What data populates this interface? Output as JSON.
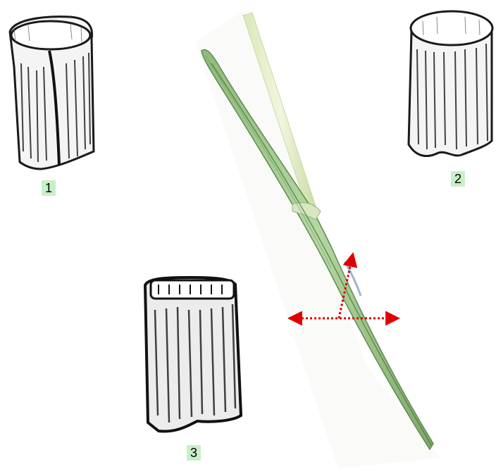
{
  "labels": {
    "one": "1",
    "two": "2",
    "three": "3"
  },
  "colors": {
    "label_bg": "#c8f0c8",
    "arrow": "#e00000",
    "leaf": "#9ec48a",
    "leaf_dark": "#6e9a5e",
    "sketch": "#222222"
  },
  "illustrations": [
    "rolled-sheath-sketch",
    "open-sheath-sketch",
    "flat-sheath-sketch",
    "grass-leaf-photo"
  ]
}
